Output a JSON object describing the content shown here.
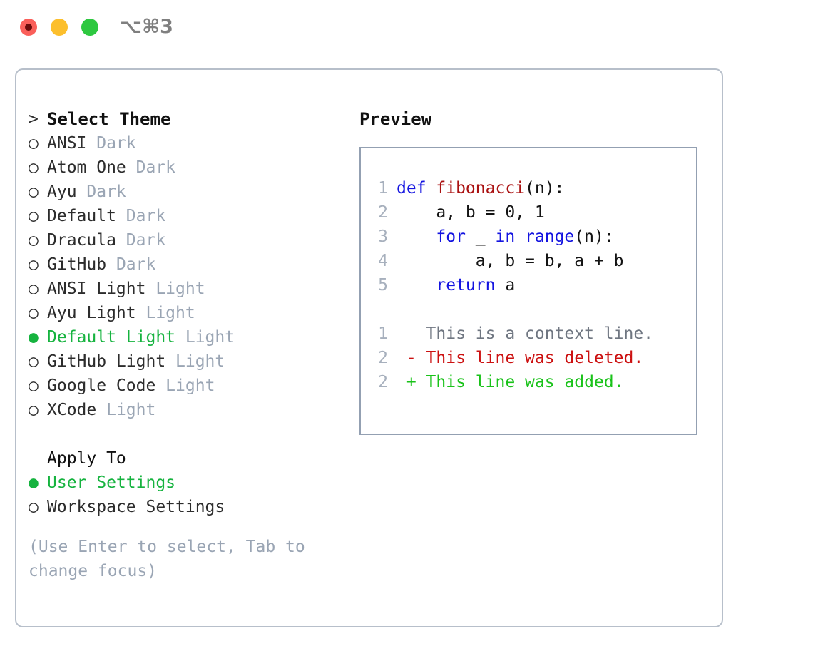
{
  "titlebar": {
    "shortcut": "⌥⌘3",
    "lights": [
      {
        "name": "close",
        "color": "#fa5f5a"
      },
      {
        "name": "minimize",
        "color": "#fcbf2d"
      },
      {
        "name": "maximize",
        "color": "#2ec840"
      }
    ]
  },
  "colors": {
    "selected_green": "#16b33f",
    "muted_grey": "#9aa5b4",
    "keyword_blue": "#1414e0",
    "function_red": "#aa1111",
    "diff_deleted": "#cc1111",
    "diff_added": "#19c219",
    "panel_border": "#b7bfca",
    "preview_border": "#93a0b2"
  },
  "chooser": {
    "prompt": ">",
    "title": "Select Theme",
    "marker_unselected": "○",
    "marker_selected": "●",
    "themes": [
      {
        "name": "ANSI",
        "variant": "Dark",
        "selected": false
      },
      {
        "name": "Atom One",
        "variant": "Dark",
        "selected": false
      },
      {
        "name": "Ayu",
        "variant": "Dark",
        "selected": false
      },
      {
        "name": "Default",
        "variant": "Dark",
        "selected": false
      },
      {
        "name": "Dracula",
        "variant": "Dark",
        "selected": false
      },
      {
        "name": "GitHub",
        "variant": "Dark",
        "selected": false
      },
      {
        "name": "ANSI Light",
        "variant": "Light",
        "selected": false
      },
      {
        "name": "Ayu Light",
        "variant": "Light",
        "selected": false
      },
      {
        "name": "Default Light",
        "variant": "Light",
        "selected": true
      },
      {
        "name": "GitHub Light",
        "variant": "Light",
        "selected": false
      },
      {
        "name": "Google Code",
        "variant": "Light",
        "selected": false
      },
      {
        "name": "XCode",
        "variant": "Light",
        "selected": false
      }
    ],
    "apply_to": {
      "heading": "Apply To",
      "options": [
        {
          "label": "User Settings",
          "selected": true
        },
        {
          "label": "Workspace Settings",
          "selected": false
        }
      ]
    },
    "hint": "(Use Enter to select, Tab to change focus)"
  },
  "preview": {
    "title": "Preview",
    "code_lines": [
      {
        "num": "1",
        "tokens": [
          {
            "text": "def ",
            "kind": "kw"
          },
          {
            "text": "fibonacci",
            "kind": "fn"
          },
          {
            "text": "(n):",
            "kind": "pl"
          }
        ]
      },
      {
        "num": "2",
        "tokens": [
          {
            "text": "    a, b = 0, 1",
            "kind": "pl"
          }
        ]
      },
      {
        "num": "3",
        "tokens": [
          {
            "text": "    ",
            "kind": "pl"
          },
          {
            "text": "for",
            "kind": "kw"
          },
          {
            "text": " _ ",
            "kind": "pl"
          },
          {
            "text": "in",
            "kind": "kw"
          },
          {
            "text": " ",
            "kind": "pl"
          },
          {
            "text": "range",
            "kind": "kw"
          },
          {
            "text": "(n):",
            "kind": "pl"
          }
        ]
      },
      {
        "num": "4",
        "tokens": [
          {
            "text": "        a, b = b, a + b",
            "kind": "pl"
          }
        ]
      },
      {
        "num": "5",
        "tokens": [
          {
            "text": "    ",
            "kind": "pl"
          },
          {
            "text": "return",
            "kind": "kw"
          },
          {
            "text": " a",
            "kind": "pl"
          }
        ]
      }
    ],
    "diff_lines": [
      {
        "num": "1",
        "marker": " ",
        "text": "This is a context line.",
        "kind": "ctx"
      },
      {
        "num": "2",
        "marker": "-",
        "text": "This line was deleted.",
        "kind": "del"
      },
      {
        "num": "2",
        "marker": "+",
        "text": "This line was added.",
        "kind": "add"
      }
    ]
  }
}
